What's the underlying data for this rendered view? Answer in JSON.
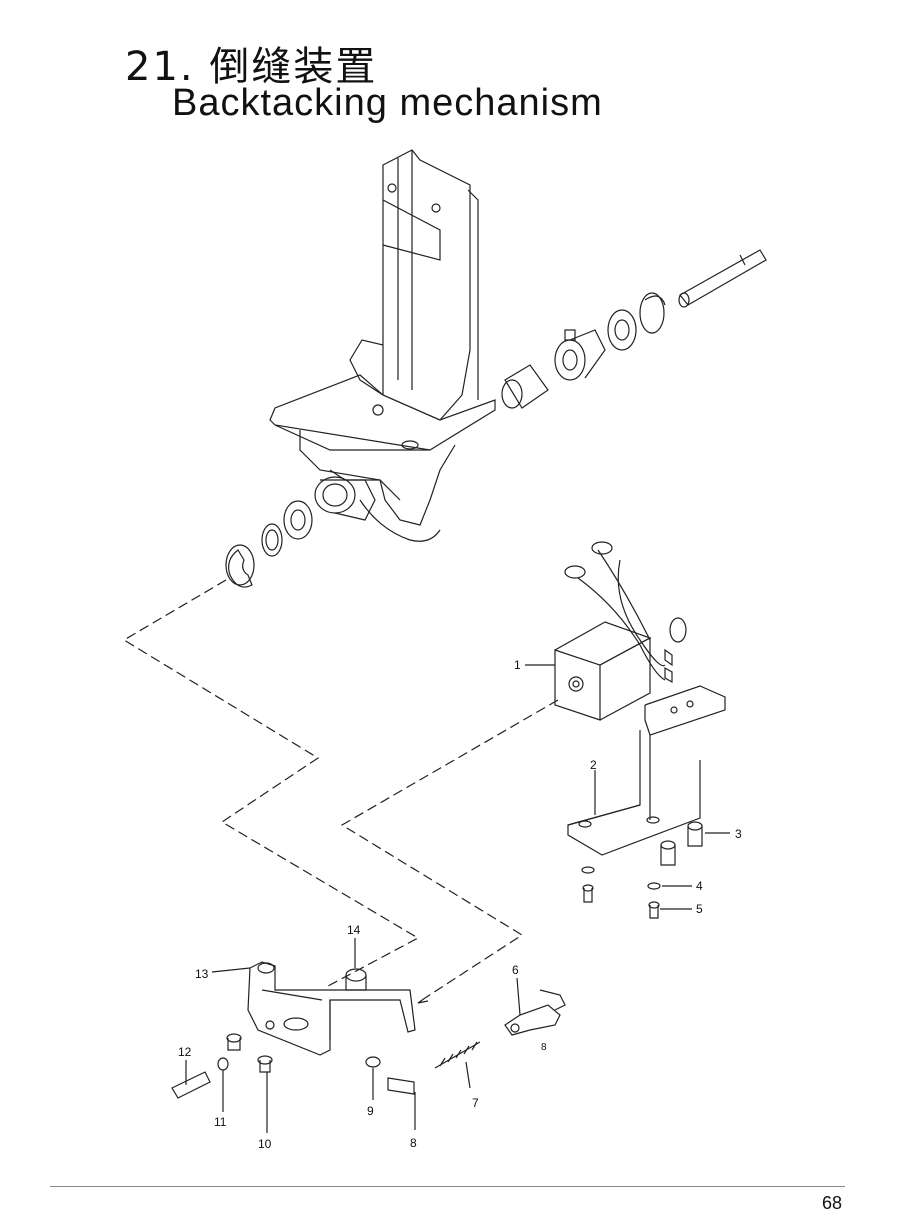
{
  "header": {
    "title_cn": "21. 倒缝装置",
    "title_en": "Backtacking mechanism"
  },
  "callouts": [
    "1",
    "2",
    "3",
    "4",
    "5",
    "6",
    "7",
    "8",
    "9",
    "10",
    "11",
    "12",
    "13",
    "14"
  ],
  "footer": {
    "page_number": "68"
  }
}
